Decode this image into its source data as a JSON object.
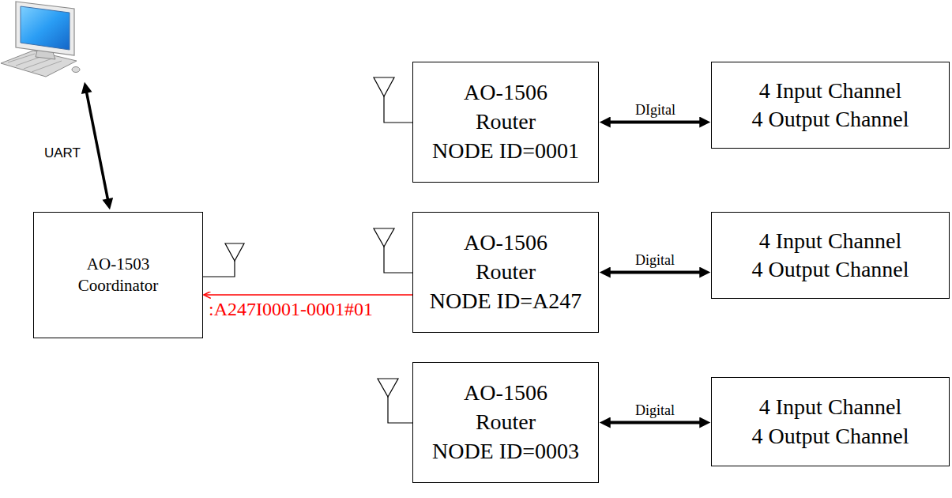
{
  "diagram": {
    "nodes": [
      {
        "text": [
          "AO-1503",
          "Coordinator"
        ]
      },
      {
        "text": [
          "AO-1506",
          "Router",
          "NODE ID=0001"
        ]
      },
      {
        "text": [
          "4 Input Channel",
          "4 Output Channel"
        ]
      },
      {
        "text": [
          "AO-1506",
          "Router",
          "NODE ID=A247"
        ]
      },
      {
        "text": [
          "4 Input Channel",
          "4 Output Channel"
        ]
      },
      {
        "text": [
          "AO-1506",
          "Router",
          "NODE ID=0003"
        ]
      },
      {
        "text": [
          "4 Input Channel",
          "4 Output Channel"
        ]
      }
    ],
    "edges": [
      {
        "from": 1,
        "to": 2,
        "arrow": "both",
        "label": "DIgital"
      },
      {
        "from": 3,
        "to": 4,
        "arrow": "both",
        "label": "Digital"
      },
      {
        "from": 5,
        "to": 6,
        "arrow": "both",
        "label": "Digital"
      },
      {
        "from": 3,
        "to": 0,
        "arrow": "to",
        "label": ":A247I0001-0001#01"
      }
    ],
    "labels": [
      "UART"
    ]
  }
}
